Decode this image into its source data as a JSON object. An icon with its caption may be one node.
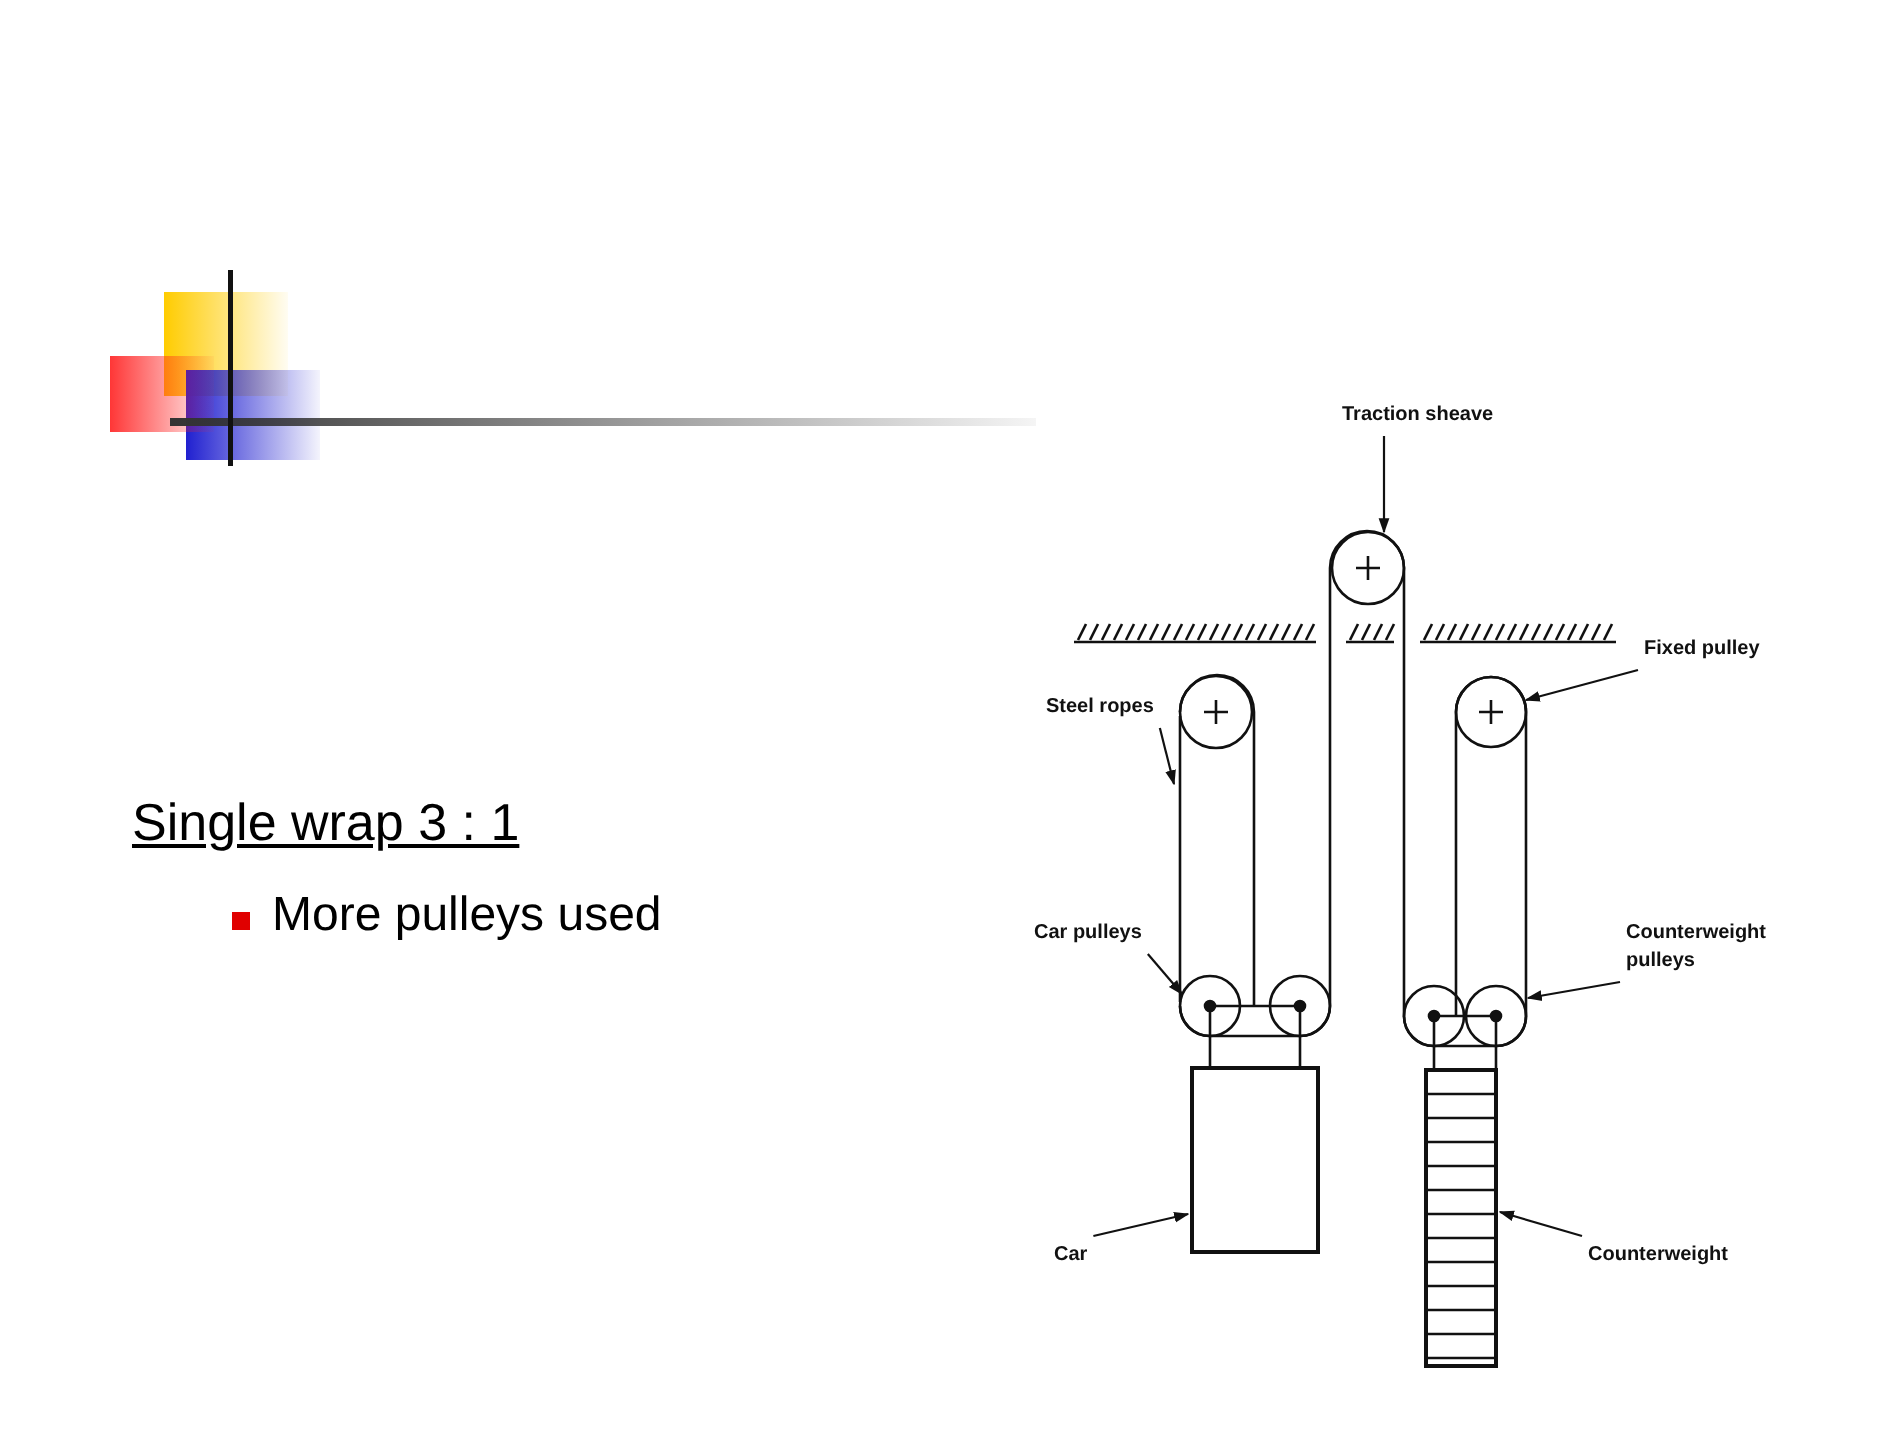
{
  "diagram": {
    "title": "Single wrap 3 : 1",
    "nodes": [
      {
        "text": [
          "Traction sheave"
        ]
      },
      {
        "text": [],
        "shape": "circle"
      },
      {
        "text": [
          "Fixed pulley"
        ]
      },
      {
        "text": [],
        "shape": "circle"
      },
      {
        "text": [
          "Steel ropes"
        ]
      },
      {
        "text": [],
        "shape": "line"
      },
      {
        "text": [
          "Car pulleys"
        ]
      },
      {
        "text": [],
        "shape": "circle"
      },
      {
        "text": [
          "Counterweight pulleys"
        ]
      },
      {
        "text": [],
        "shape": "circle"
      },
      {
        "text": [
          "Car"
        ]
      },
      {
        "text": [],
        "shape": "box"
      },
      {
        "text": [
          "Counterweight"
        ]
      },
      {
        "text": [],
        "shape": "bar"
      }
    ],
    "edges": [
      {
        "from": 0,
        "to": 1,
        "arrow": "to"
      },
      {
        "from": 2,
        "to": 3,
        "arrow": "to"
      },
      {
        "from": 4,
        "to": 5,
        "arrow": "to"
      },
      {
        "from": 6,
        "to": 7,
        "arrow": "to"
      },
      {
        "from": 8,
        "to": 9,
        "arrow": "to"
      },
      {
        "from": 10,
        "to": 11,
        "arrow": "to"
      },
      {
        "from": 12,
        "to": 13,
        "arrow": "to"
      }
    ],
    "labels": [
      "More pulleys used"
    ]
  }
}
